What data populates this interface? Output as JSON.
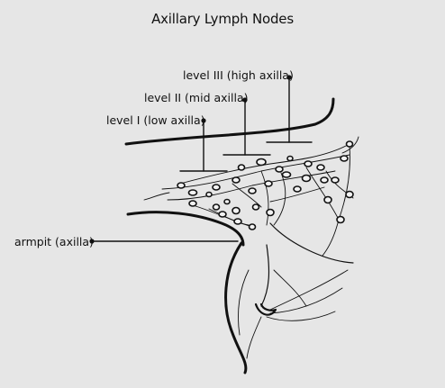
{
  "title": "Axillary Lymph Nodes",
  "labels": {
    "level3": "level III (high axilla)",
    "level2": "level II (mid axilla)",
    "level1": "level I (low axilla)",
    "armpit": "armpit (axilla)"
  },
  "colors": {
    "background": "#e6e6e6",
    "ink": "#111111",
    "node_fill": "#f2f2f2"
  }
}
